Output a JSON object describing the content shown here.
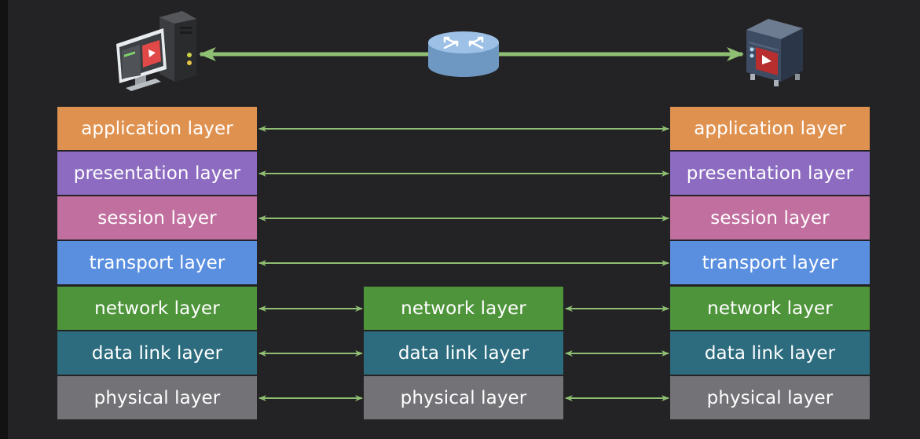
{
  "colors": {
    "background": "#232224",
    "connector": "#8fbf72",
    "application": "#df9250",
    "presentation": "#8c6bc1",
    "session": "#c16f9e",
    "transport": "#5a8fe0",
    "network": "#4e943a",
    "data_link": "#2c6c7e",
    "physical": "#727277"
  },
  "icons": {
    "client": "desktop-computer-icon",
    "router": "router-icon",
    "server": "server-icon"
  },
  "left_stack": [
    {
      "label": "application layer",
      "color": "application"
    },
    {
      "label": "presentation layer",
      "color": "presentation"
    },
    {
      "label": "session layer",
      "color": "session"
    },
    {
      "label": "transport layer",
      "color": "transport"
    },
    {
      "label": "network layer",
      "color": "network"
    },
    {
      "label": "data link layer",
      "color": "data_link"
    },
    {
      "label": "physical layer",
      "color": "physical"
    }
  ],
  "middle_stack": [
    {
      "label": "network layer",
      "color": "network"
    },
    {
      "label": "data link layer",
      "color": "data_link"
    },
    {
      "label": "physical layer",
      "color": "physical"
    }
  ],
  "right_stack": [
    {
      "label": "application layer",
      "color": "application"
    },
    {
      "label": "presentation layer",
      "color": "presentation"
    },
    {
      "label": "session layer",
      "color": "session"
    },
    {
      "label": "transport layer",
      "color": "transport"
    },
    {
      "label": "network layer",
      "color": "network"
    },
    {
      "label": "data link layer",
      "color": "data_link"
    },
    {
      "label": "physical layer",
      "color": "physical"
    }
  ]
}
